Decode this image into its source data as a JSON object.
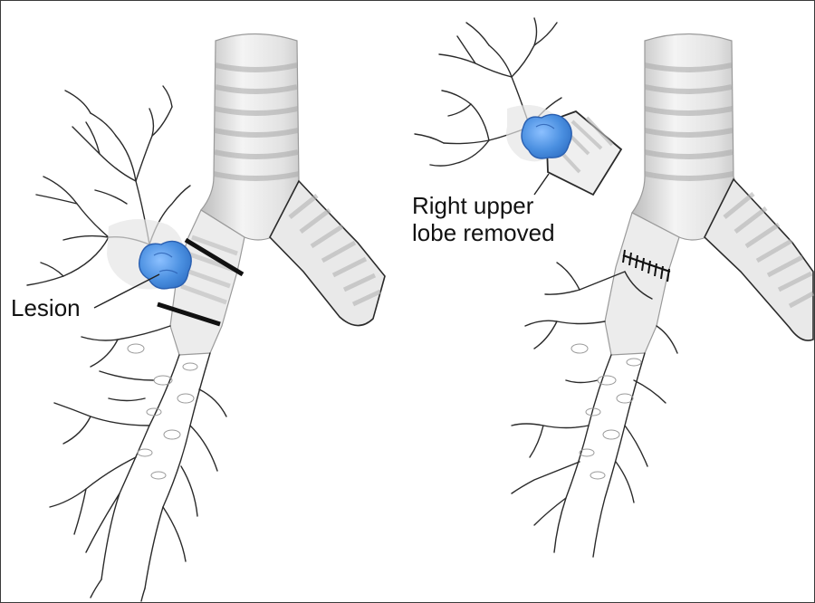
{
  "labels": {
    "lesion": "Lesion",
    "removed_line1": "Right upper",
    "removed_line2": "lobe removed"
  },
  "colors": {
    "background": "#ffffff",
    "airway_fill": "#ececec",
    "airway_shade": "#c8c8c8",
    "outline": "#2a2a2a",
    "lesion": "#4a8fe0",
    "lesion_dark": "#2f6fc4",
    "cut_line": "#111111"
  }
}
